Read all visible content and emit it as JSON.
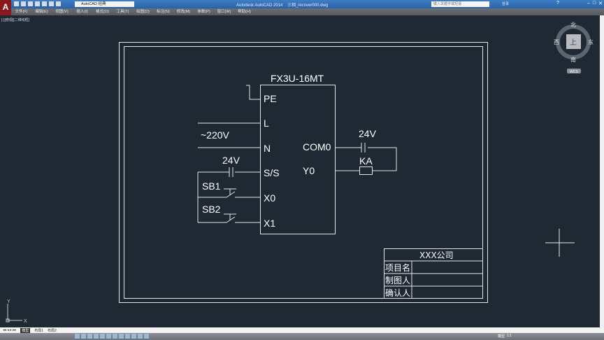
{
  "app": {
    "title": "Autodesk AutoCAD 2014",
    "file": "三相_recover000.dwg",
    "workspace": "AutoCAD 经典",
    "search_placeholder": "键入关键字或短语",
    "login": "登录",
    "help": "?"
  },
  "menu": [
    "文件(F)",
    "编辑(E)",
    "视图(V)",
    "插入(I)",
    "格式(O)",
    "工具(T)",
    "绘图(D)",
    "标注(N)",
    "修改(M)",
    "参数(P)",
    "窗口(W)",
    "帮助(H)"
  ],
  "viewport_label": "[-][俯视][二维线框]",
  "viewcube": {
    "top": "上",
    "north": "北",
    "south": "南",
    "east": "东",
    "west": "西",
    "wcs": "WCS"
  },
  "ucs": {
    "x": "X",
    "y": "Y"
  },
  "tabs": [
    "模型",
    "布局1",
    "布局2"
  ],
  "status": {
    "model": "模型",
    "scale": "1:1"
  },
  "drawing": {
    "plc": "FX3U-16MT",
    "left_terminals": [
      "PE",
      "L",
      "N",
      "S/S",
      "X0",
      "X1"
    ],
    "right_terminals": [
      "COM0",
      "Y0"
    ],
    "ac_label": "~220V",
    "dc_left": "24V",
    "dc_right": "24V",
    "coil": "KA",
    "sb1": "SB1",
    "sb2": "SB2"
  },
  "title_block": {
    "company": "XXX公司",
    "rows": [
      "项目名",
      "制图人",
      "确认人"
    ]
  }
}
